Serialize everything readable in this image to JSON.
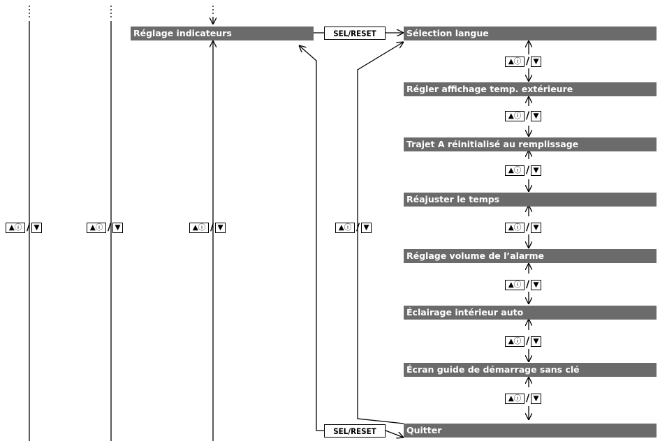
{
  "menu_title": "Réglage indicateurs",
  "sel_reset_button": "SEL/RESET",
  "scroll_arrows": {
    "up": "▲ⓘ",
    "slash": "/",
    "down": "▼"
  },
  "menu_items": [
    "Sélection langue",
    "Régler affichage temp. extérieure",
    "Trajet A réinitialisé au remplissage",
    "Réajuster le temps",
    "Réglage volume de l’alarme",
    "Éclairage intérieur auto",
    "Écran guide de démarrage sans clé",
    "Quitter"
  ]
}
